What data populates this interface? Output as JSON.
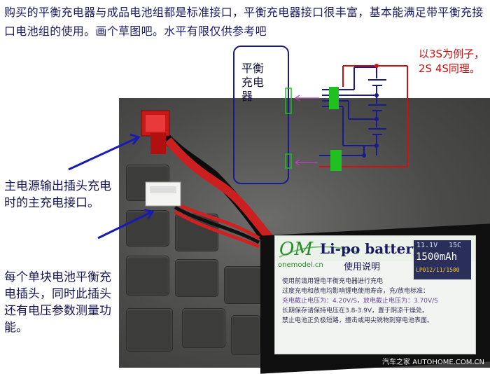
{
  "intro_text": "购买的平衡充电器与成品电池组都是标准接口，平衡充电器接口很丰富，基本能满足带平衡充接口电池组的使用。画个草图吧。水平有限仅供参考吧",
  "diagram": {
    "charger_label_1": "平衡",
    "charger_label_2": "充电",
    "charger_label_3": "器",
    "example_note": "以3S为例子，2S 4S同理。",
    "colors": {
      "wire_blue": "#1a1a8c",
      "wire_red": "#d01010",
      "plug_green": "#20c020",
      "arrow_magenta": "#c040c0"
    }
  },
  "annotations": {
    "main_plug": "主电源输出插头充电时的主充电接口。",
    "balance_plug": "每个单块电池平衡充电插头，同时此插头还有电压参数测量功能。"
  },
  "battery_label": {
    "brand_letters": "OM",
    "brand_site": "onemodel.cn",
    "title": "Li-po battery",
    "subtitle": "使用说明",
    "voltage": "11.1V",
    "rating": "15C",
    "capacity": "1500mAh",
    "model": "LP012/11/1500",
    "instructions": [
      "使用前请用锂电平衡充电器进行充电",
      "过度充电和放电均影响锂电使用寿命，充/放电标准：",
      "充电截止电压为：4.20V/S，放电截止电压为：3.70V/S",
      "长期保存请保持电压在3.8-3.9V，置于阴凉干燥处。",
      "禁止电池正负极短路，撞击或用尖锐物刺穿电池表面。"
    ]
  },
  "watermark": "汽车之家 AUTOHOME.COM.CN"
}
